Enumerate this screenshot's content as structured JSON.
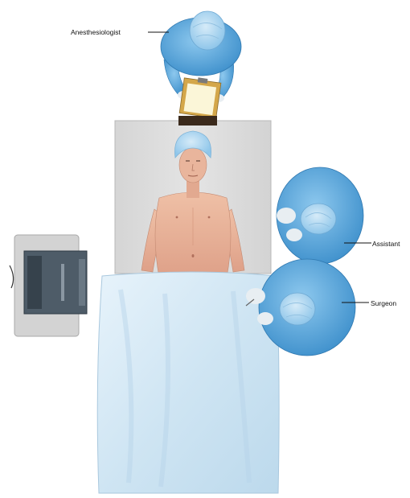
{
  "labels": {
    "anesthesiologist": "Anesthesiologist",
    "assistant": "Assistant",
    "surgeon": "Surgeon"
  },
  "colors": {
    "gown_blue": "#5aa9dd",
    "gown_light": "#a9d4f1",
    "drape": "#d4e8f4",
    "table": "#dcdcdc",
    "skin": "#e8b39a",
    "monitor": "#5c6b78"
  }
}
